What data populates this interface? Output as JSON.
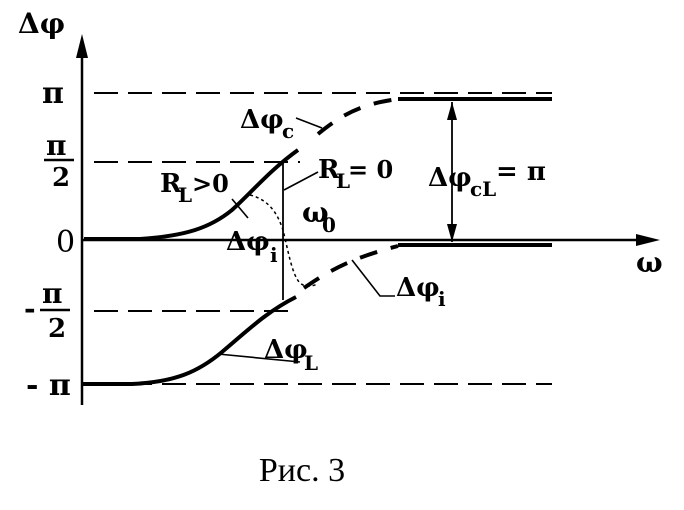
{
  "axes": {
    "y_label": "Δφ",
    "x_label": "ω",
    "ticks": {
      "pi": "π",
      "half_pi_num": "π",
      "half_pi_den": "2",
      "zero": "0",
      "neg_half_pi_sign": "-",
      "neg_half_pi_num": "π",
      "neg_half_pi_den": "2",
      "neg_pi": "- π"
    }
  },
  "labels": {
    "dphi_c": "Δφ",
    "dphi_c_sub": "c",
    "RL_gt_main": "R",
    "RL_gt_sub": "L",
    "RL_gt_rest": ">0",
    "RL_eq_main": "R",
    "RL_eq_sub": "L",
    "RL_eq_rest": "= 0",
    "omega0": "ω",
    "omega0_sub": "0",
    "dphi_i_left": "Δφ",
    "dphi_i_left_sub": "i",
    "dphi_cL": "Δφ",
    "dphi_cL_sub": "cL",
    "dphi_cL_rest": "= π",
    "dphi_i_right": "Δφ",
    "dphi_i_right_sub": "i",
    "dphi_L": "Δφ",
    "dphi_L_sub": "L"
  },
  "caption": "Рис. 3"
}
